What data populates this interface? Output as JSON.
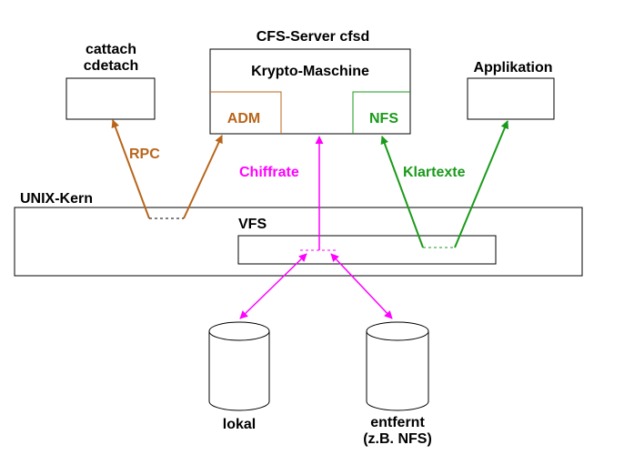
{
  "colors": {
    "adm": "#b8651b",
    "nfs": "#1a9a1a",
    "cipher": "#ff00ff",
    "line": "#000000"
  },
  "labels": {
    "cattach": "cattach",
    "cdetach": "cdetach",
    "server_title": "CFS-Server cfsd",
    "krypto": "Krypto-Maschine",
    "adm": "ADM",
    "nfs": "NFS",
    "applikation": "Applikation",
    "rpc": "RPC",
    "chiffrate": "Chiffrate",
    "klartexte": "Klartexte",
    "unix_kern": "UNIX-Kern",
    "vfs": "VFS",
    "lokal": "lokal",
    "entfernt": "entfernt",
    "entfernt_note": "(z.B. NFS)"
  }
}
